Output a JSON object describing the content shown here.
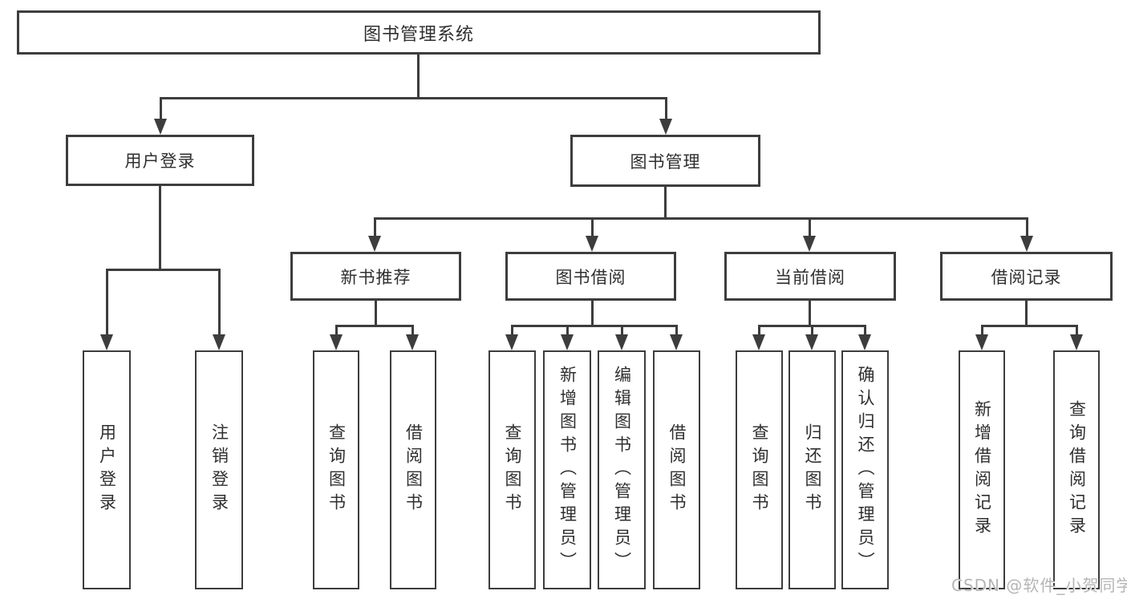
{
  "diagram": {
    "root": "图书管理系统",
    "level2": {
      "user_login": "用户登录",
      "book_management": "图书管理"
    },
    "level3": {
      "new_books": "新书推荐",
      "book_borrow": "图书借阅",
      "current_borrow": "当前借阅",
      "borrow_records": "借阅记录"
    },
    "leaves": {
      "user_login": [
        "用户登录",
        "注销登录"
      ],
      "new_books": [
        "查询图书",
        "借阅图书"
      ],
      "book_borrow": [
        "查询图书",
        "新增图书（管理员）",
        "编辑图书（管理员）",
        "借阅图书"
      ],
      "current_borrow": [
        "查询图书",
        "归还图书",
        "确认归还（管理员）"
      ],
      "borrow_records": [
        "新增借阅记录",
        "查询借阅记录"
      ]
    }
  },
  "watermark": "CSDN @软件_小贺同学",
  "colors": {
    "line": "#3d3d3d",
    "text": "#2f2f2f",
    "watermark": "#b5b5b5",
    "background": "#ffffff"
  }
}
